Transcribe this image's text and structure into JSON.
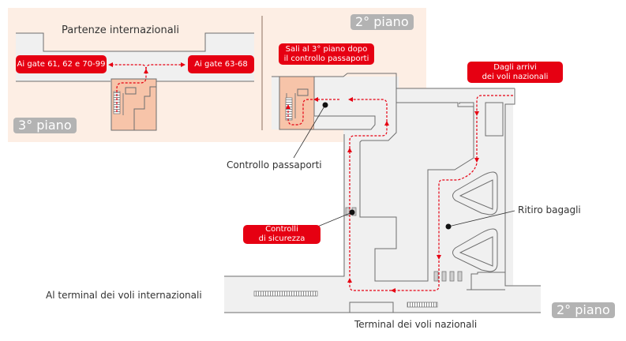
{
  "colors": {
    "accent_red": "#e60012",
    "inset_background": "#fdeee4",
    "room_fill": "#f0f0f0",
    "highlight_room_fill": "#f7c4a9",
    "wall_stroke": "#6e6e6e",
    "floor_badge": "#b3b3b3"
  },
  "inset_3rd_floor": {
    "title": "Partenze internazionali",
    "floor_badge": "3° piano",
    "tag_left": "Ai gate 61, 62 e 70-99",
    "tag_right": "Ai gate 63-68"
  },
  "inset_2nd_floor": {
    "floor_badge": "2° piano",
    "tag_instruction": [
      "Sali al 3° piano dopo",
      "il controllo passaporti"
    ]
  },
  "main_map": {
    "floor_badge": "2° piano",
    "tag_arrivals": [
      "Dagli arrivi",
      "dei voli nazionali"
    ],
    "tag_security": [
      "Controlli",
      "di sicurezza"
    ],
    "label_passport": "Controllo passaporti",
    "label_baggage": "Ritiro bagagli",
    "label_intl_terminal": "Al terminal dei voli internazionali",
    "label_domestic_terminal": "Terminal dei voli nazionali"
  },
  "icons": {
    "escalator": "escalator-icon",
    "marker": "location-dot-icon",
    "route_arrow": "dashed-arrow-icon"
  }
}
